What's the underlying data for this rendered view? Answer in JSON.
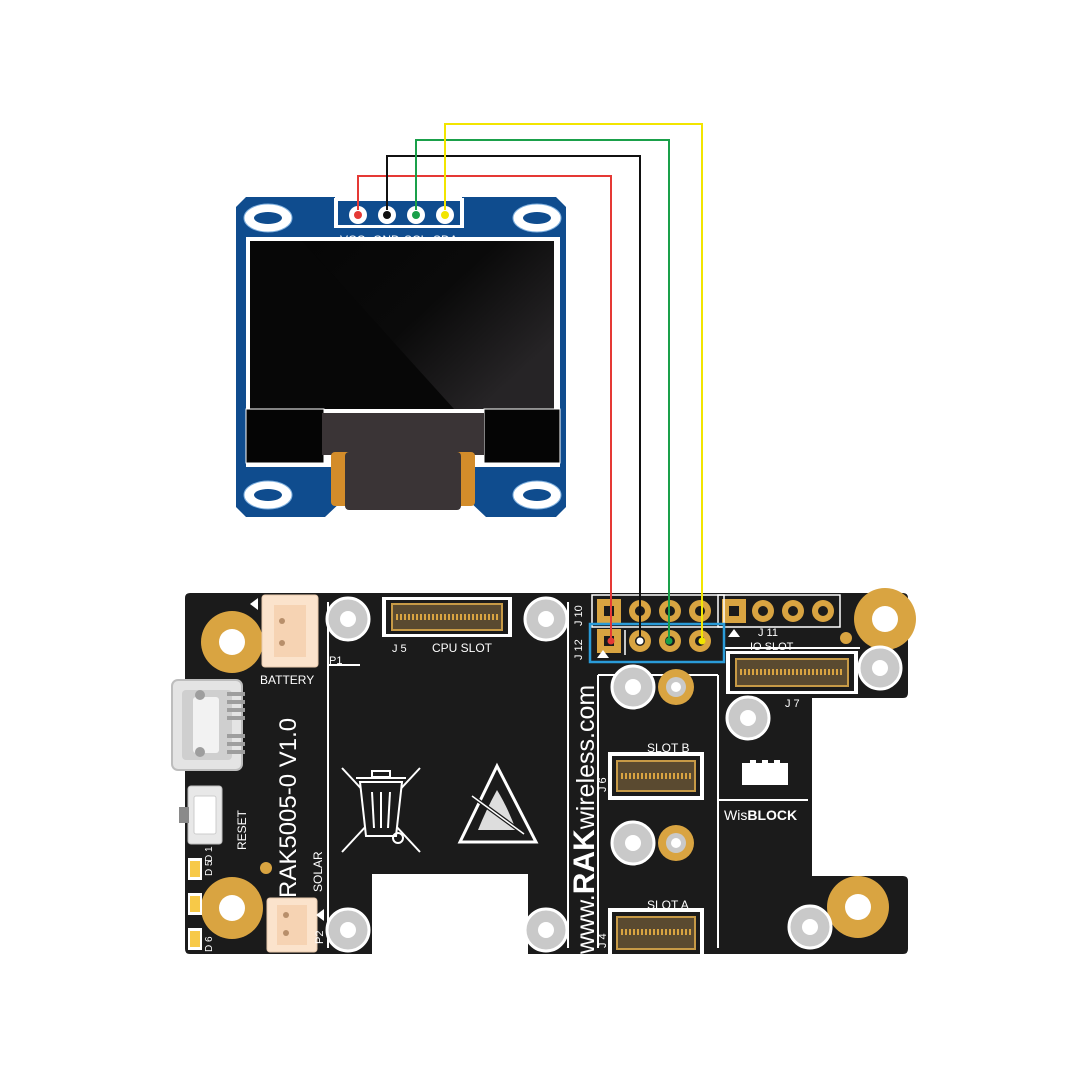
{
  "colors": {
    "board": "#1b1b1b",
    "oled_pcb": "#0f4c8e",
    "gold": "#d9a441",
    "wire_vcc": "#e53935",
    "wire_gnd": "#111111",
    "wire_scl": "#1aa04a",
    "wire_sda": "#f2e500",
    "highlight": "#2a9bd8"
  },
  "oled": {
    "pins": [
      "VCC",
      "GND",
      "SCL",
      "SDA"
    ]
  },
  "board": {
    "model": "RAK5005-0 V1.0",
    "url_prefix": "www.",
    "url_brand": "RAK",
    "url_suffix": "wireless.com",
    "brand_prefix": "Wis",
    "brand_suffix": "BLOCK",
    "labels": {
      "battery": "BATTERY",
      "reset": "RESET",
      "solar": "SOLAR",
      "p1": "P1",
      "p2": "P2",
      "j5": "J 5",
      "cpu_slot": "CPU  SLOT",
      "j10": "J 10",
      "j12": "J 12",
      "j11": "J 11",
      "io_slot": "IO  SLOT",
      "j7": "J 7",
      "slot_b": "SLOT B",
      "j6": "J 6",
      "slot_a": "SLOT A",
      "j4": "J 4",
      "d5": "D 5",
      "d1": "D 1",
      "d6": "D 6"
    }
  }
}
